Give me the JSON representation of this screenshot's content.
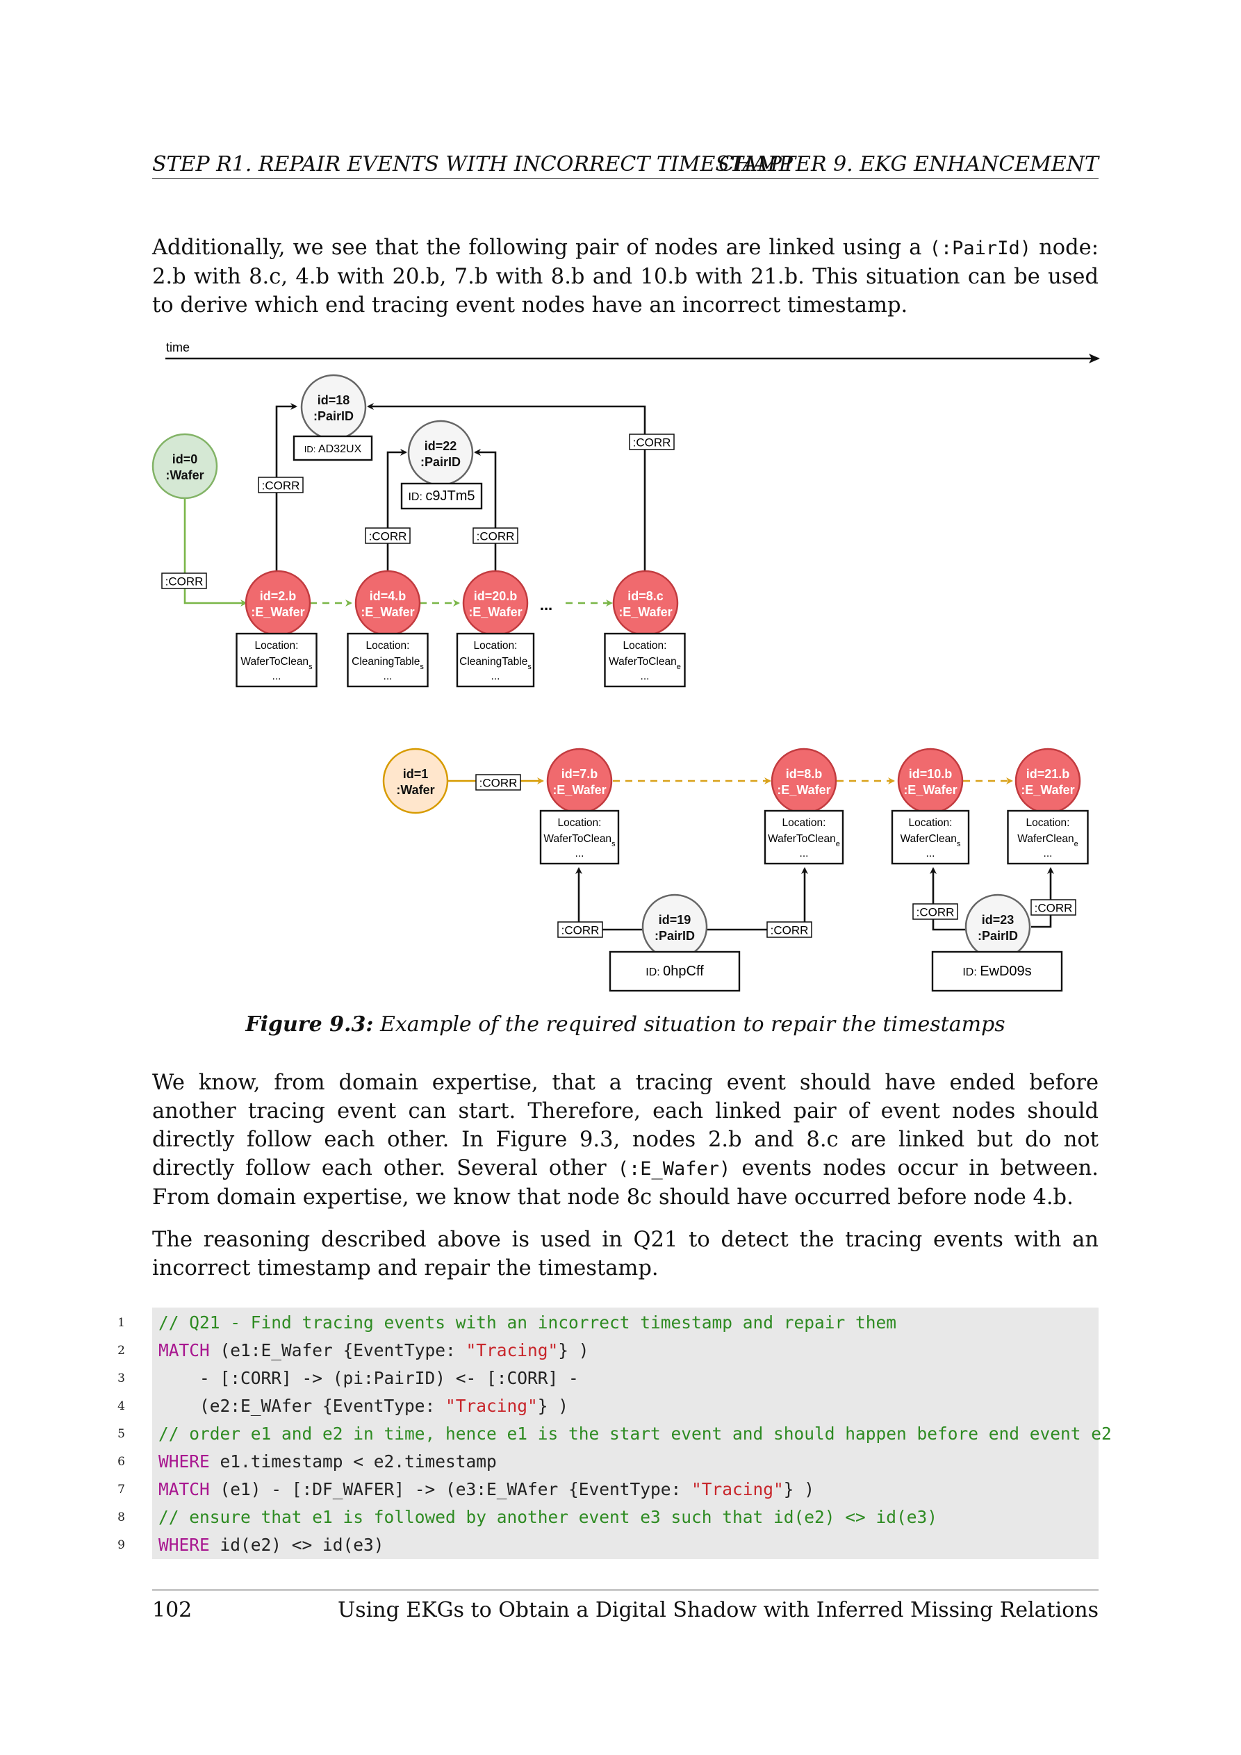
{
  "header": {
    "left": "STEP R1.  REPAIR EVENTS WITH INCORRECT TIMESTAMP",
    "right": "CHAPTER 9.  EKG ENHANCEMENT"
  },
  "para1": {
    "a": "Additionally, we see that the following pair of nodes are linked using a ",
    "code": "(:PairId)",
    "b": " node: 2.b with 8.c, 4.b with 20.b, 7.b with 8.b and 10.b with 21.b. This situation can be used to derive which end tracing event nodes have an incorrect timestamp."
  },
  "figure": {
    "time_label": "time",
    "corr_label": ":CORR",
    "ellipsis": "...",
    "location_label": "Location:",
    "more": "...",
    "nodes": {
      "wafer0": [
        "id=0",
        ":Wafer"
      ],
      "wafer1": [
        "id=1",
        ":Wafer"
      ],
      "pair18": [
        "id=18",
        ":PairID"
      ],
      "pair22": [
        "id=22",
        ":PairID"
      ],
      "pair19": [
        "id=19",
        ":PairID"
      ],
      "pair23": [
        "id=23",
        ":PairID"
      ],
      "e2b": [
        "id=2.b",
        ":E_Wafer"
      ],
      "e4b": [
        "id=4.b",
        ":E_Wafer"
      ],
      "e20b": [
        "id=20.b",
        ":E_Wafer"
      ],
      "e8c": [
        "id=8.c",
        ":E_Wafer"
      ],
      "e7b": [
        "id=7.b",
        ":E_Wafer"
      ],
      "e8b": [
        "id=8.b",
        ":E_Wafer"
      ],
      "e10b": [
        "id=10.b",
        ":E_Wafer"
      ],
      "e21b": [
        "id=21.b",
        ":E_Wafer"
      ]
    },
    "id_prefix": "ID:",
    "ids": {
      "pair18": "AD32UX",
      "pair22": "c9JTm5",
      "pair19": "0hpCff",
      "pair23": "EwD09s"
    },
    "locations": {
      "e2b": {
        "base": "WaferToClean",
        "sub": "s"
      },
      "e4b": {
        "base": "CleaningTable",
        "sub": "s"
      },
      "e20b": {
        "base": "CleaningTable",
        "sub": "s"
      },
      "e8c": {
        "base": "WaferToClean",
        "sub": "e"
      },
      "e7b": {
        "base": "WaferToClean",
        "sub": "s"
      },
      "e8b": {
        "base": "WaferToClean",
        "sub": "e"
      },
      "e10b": {
        "base": "WaferClean",
        "sub": "s"
      },
      "e21b": {
        "base": "WaferClean",
        "sub": "e"
      }
    },
    "colors": {
      "event_fill": "#f06a6e",
      "event_stroke": "#c23b3f",
      "wafer0_fill": "#d5e8d4",
      "wafer0_stroke": "#82b366",
      "wafer1_fill": "#ffe6cc",
      "wafer1_stroke": "#d79b00",
      "pair_fill": "#f5f5f5",
      "pair_stroke": "#666666",
      "green_flow": "#7ab648",
      "orange_flow": "#d9a21b"
    }
  },
  "caption": {
    "label": "Figure 9.3:",
    "text": " Example of the required situation to repair the timestamps"
  },
  "para2": {
    "a": "We know, from domain expertise, that a tracing event should have ended before another tracing event can start. Therefore, each linked pair of event nodes should directly follow each other. In Figure 9.3, nodes 2.b and 8.c are linked but do not directly follow each other. Several other ",
    "code": "(:E_Wafer)",
    "b": " events nodes occur in between. From domain expertise, we know that node 8c should have occurred before node 4.b."
  },
  "para3": {
    "text": "The reasoning described above is used in Q21 to detect the tracing events with an incorrect timestamp and repair the timestamp."
  },
  "code": {
    "lines": [
      [
        [
          "cm",
          "// Q21 - Find tracing events with an incorrect timestamp and repair them"
        ]
      ],
      [
        [
          "kw",
          "MATCH"
        ],
        [
          "",
          " (e1:E_Wafer {EventType: "
        ],
        [
          "st",
          "\"Tracing\""
        ],
        [
          "",
          "} )"
        ]
      ],
      [
        [
          "",
          "    - [:CORR] -> (pi:PairID) <- [:CORR] -"
        ]
      ],
      [
        [
          "",
          "    (e2:E_WAfer {EventType: "
        ],
        [
          "st",
          "\"Tracing\""
        ],
        [
          "",
          "} )"
        ]
      ],
      [
        [
          "cm",
          "// order e1 and e2 in time, hence e1 is the start event and should happen before end event e2"
        ]
      ],
      [
        [
          "kw",
          "WHERE"
        ],
        [
          "",
          " e1.timestamp < e2.timestamp"
        ]
      ],
      [
        [
          "kw",
          "MATCH"
        ],
        [
          "",
          " (e1) - [:DF_WAFER] -> (e3:E_WAfer {EventType: "
        ],
        [
          "st",
          "\"Tracing\""
        ],
        [
          "",
          "} )"
        ]
      ],
      [
        [
          "cm",
          "// ensure that e1 is followed by another event e3 such that id(e2) <> id(e3)"
        ]
      ],
      [
        [
          "kw",
          "WHERE"
        ],
        [
          "",
          " id(e2) <> id(e3)"
        ]
      ]
    ]
  },
  "footer": {
    "page_number": "102",
    "title": "Using EKGs to Obtain a Digital Shadow with Inferred Missing Relations"
  }
}
